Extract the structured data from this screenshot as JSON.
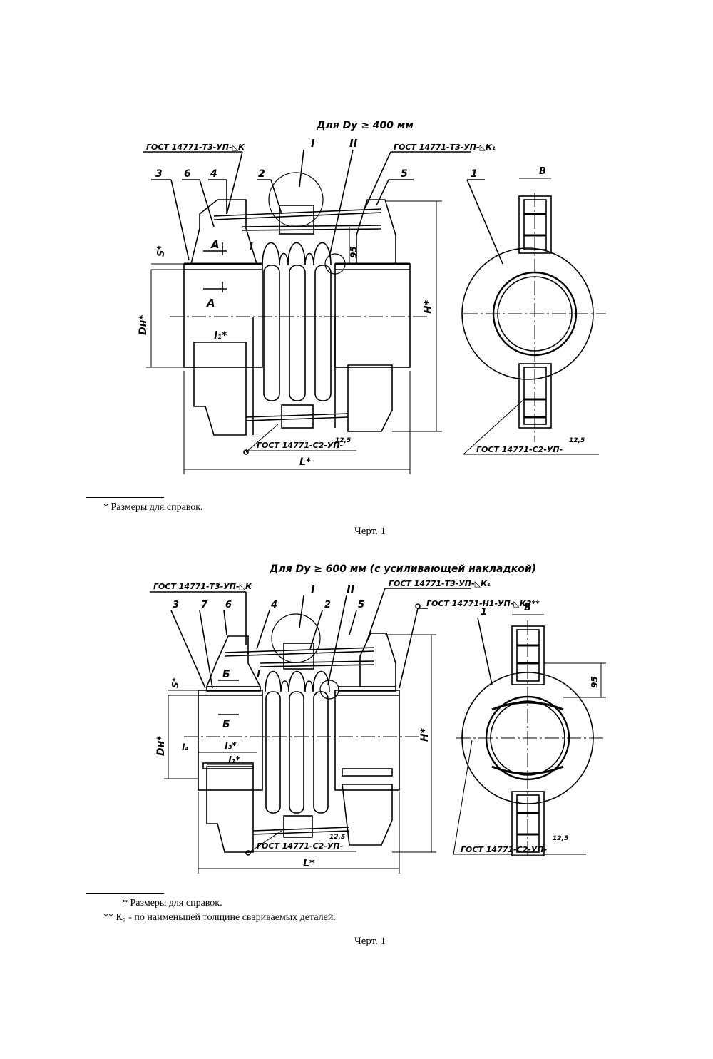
{
  "fig1": {
    "title": "Для Dy ≥ 400 мм",
    "weld_left": "ГОСТ 14771-Т3-УП-◺К",
    "weld_right": "ГОСТ 14771-Т3-УП-◺К₁",
    "weld_bottom": "ГОСТ 14771-С2-УП-",
    "weld_side": "ГОСТ 14771-С2-УП-",
    "roughness": "12,5",
    "section_I": "I",
    "section_II": "II",
    "parts": {
      "p1": "1",
      "p2": "2",
      "p3": "3",
      "p4": "4",
      "p5": "5",
      "p6": "6"
    },
    "section_A": "А",
    "dims": {
      "B": "B",
      "S": "S*",
      "l": "l",
      "l1": "l₁*",
      "Dn": "Dн*",
      "H": "H*",
      "L": "L*",
      "d95": "95"
    },
    "footnote": "* Размеры для справок.",
    "caption": "Черт. 1"
  },
  "fig2": {
    "title": "Для Dy ≥ 600 мм (с усиливающей накладкой)",
    "weld_left": "ГОСТ 14771-Т3-УП-◺К",
    "weld_right": "ГОСТ 14771-Т3-УП-◺К₁",
    "weld_top_right": "ГОСТ 14771-Н1-УП-◺К3**",
    "weld_bottom": "ГОСТ 14771-С2-УП-",
    "weld_side": "ГОСТ 14771-С2-УП-",
    "roughness": "12,5",
    "section_I": "I",
    "section_II": "II",
    "parts": {
      "p1": "1",
      "p2": "2",
      "p3": "3",
      "p4": "4",
      "p5": "5",
      "p6": "6",
      "p7": "7"
    },
    "section_B": "Б",
    "dims": {
      "B": "B",
      "S": "S*",
      "l": "l",
      "l1": "l₁*",
      "l3": "l₃*",
      "l4": "l₄",
      "Dn": "Dн*",
      "H": "H*",
      "L": "L*",
      "d95": "95"
    },
    "footnote1": "* Размеры для справок.",
    "footnote2": "** К₃ - по наименьшей толщине свариваемых деталей.",
    "caption": "Черт. 1"
  }
}
